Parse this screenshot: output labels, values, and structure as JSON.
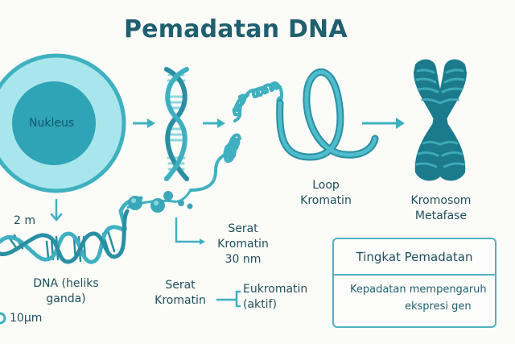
{
  "title": "Pemadatan DNA",
  "colors": {
    "title": "#1f5f70",
    "accent": "#3fb0c0",
    "dark_teal": "#1f7f90",
    "chromosome": "#1b7a8c",
    "nucleus_outer": "#a8e6ec",
    "nucleus_inner": "#2fa4b6",
    "background": "#fbfbf8"
  },
  "diagram": {
    "nucleus_label": "Nukleus",
    "dna_length_label": "2 m",
    "dna_label_line1": "DNA (heliks",
    "dna_label_line2": "ganda)",
    "scale_label": "10µm",
    "fiber_30nm_line1": "Serat",
    "fiber_30nm_line2": "Kromatin",
    "fiber_30nm_line3": "30 nm",
    "fiber_line1": "Serat",
    "fiber_line2": "Kromatin",
    "euchromatin_line1": "Eukromatin",
    "euchromatin_line2": "(aktif)",
    "loop_line1": "Loop",
    "loop_line2": "Kromatin",
    "chromosome_line1": "Kromosom",
    "chromosome_line2": "Metafase"
  },
  "legend_box": {
    "header": "Tingkat Pemadatan",
    "line1": "Kepadatan mempengaruh",
    "line2": "ekspresi gen"
  },
  "icons": [
    "nucleus-icon",
    "double-helix-icon",
    "arrow-right-icon",
    "arrow-down-icon",
    "coiled-fiber-icon",
    "chromatin-loop-icon",
    "chromosome-icon",
    "nucleosome-beads-icon",
    "bracket-icon"
  ]
}
